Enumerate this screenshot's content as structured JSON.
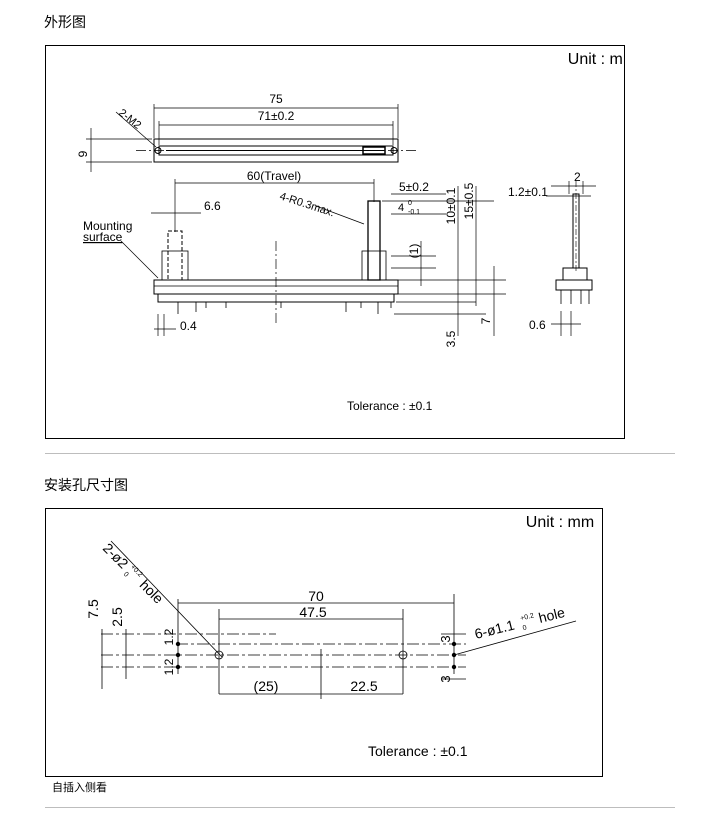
{
  "sections": {
    "outline_title": "外形图",
    "mounting_title": "安装孔尺寸图"
  },
  "outline": {
    "unit": "Unit : mm",
    "tolerance": "Tolerance : ±0.1",
    "dims": {
      "d75": "75",
      "d71": "71±0.2",
      "d60": "60(Travel)",
      "d2m2": "2-M2",
      "d9": "9",
      "d5": "5±0.2",
      "d4_base": "4",
      "d4_sup": "0",
      "d4_sub": "-0.1",
      "d10": "10±0.1",
      "d15": "15±0.5",
      "d66": "6.6",
      "d4r": "4-R0.3max.",
      "d1": "(1)",
      "d35": "3.5",
      "d7": "7",
      "d04": "0.4",
      "mounting_l1": "Mounting",
      "mounting_l2": "surface",
      "d2": "2",
      "d12": "1.2±0.1",
      "d06": "0.6"
    }
  },
  "mounting": {
    "unit": "Unit : mm",
    "tolerance": "Tolerance : ±0.1",
    "dims": {
      "hole2_prefix": "2-ø2",
      "hole2_sup": "+0.2",
      "hole2_sub": "0",
      "hole2_suffix": "hole",
      "hole6_prefix": "6-ø1.1",
      "hole6_sup": "+0.2",
      "hole6_sub": "0",
      "hole6_suffix": "hole",
      "d70": "70",
      "d475": "47.5",
      "d25": "(25)",
      "d225": "22.5",
      "d75v": "7.5",
      "d25v": "2.5",
      "d12a": "1.2",
      "d12b": "1.2",
      "d3a": "3",
      "d3b": "3"
    }
  },
  "footnote": "自插入侧看"
}
